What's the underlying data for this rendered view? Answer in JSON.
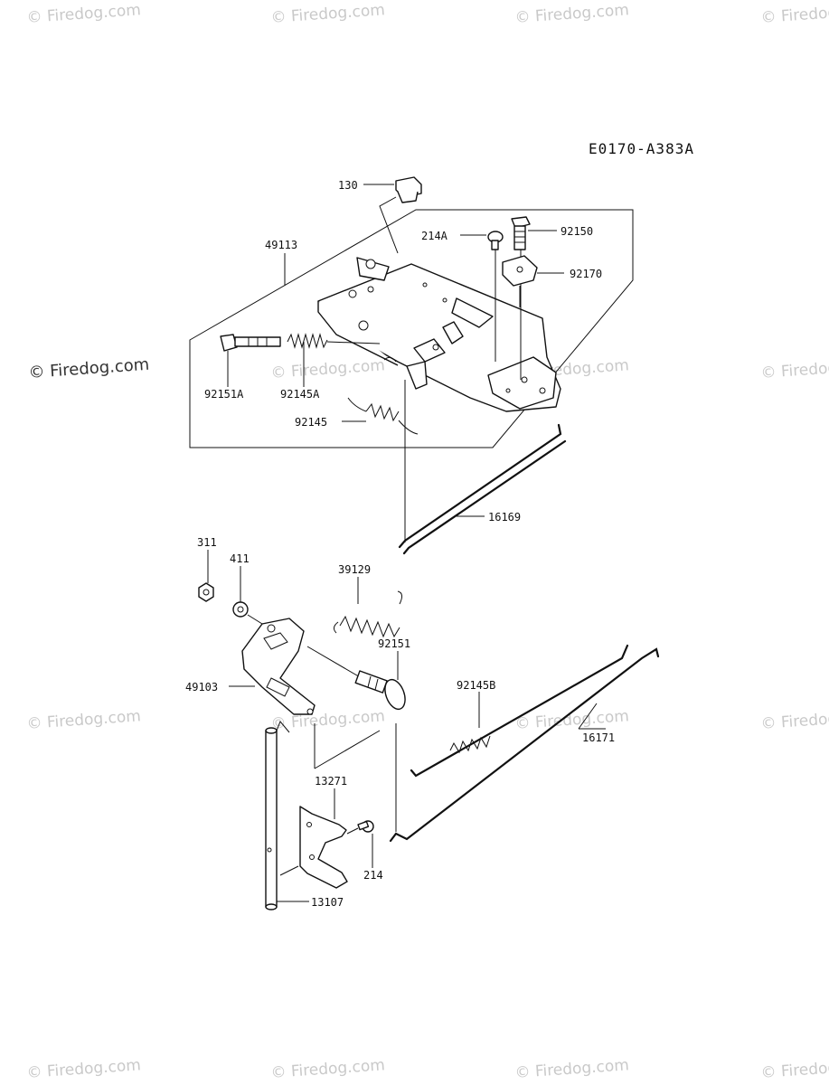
{
  "drawing_code": "E0170-A383A",
  "watermark": {
    "faint_text": "© Firedog.com",
    "prominent_text": "© Firedog.com"
  },
  "parts": [
    {
      "id": "p130",
      "number": "130"
    },
    {
      "id": "p49113",
      "number": "49113"
    },
    {
      "id": "p214A",
      "number": "214A"
    },
    {
      "id": "p92150",
      "number": "92150"
    },
    {
      "id": "p92170",
      "number": "92170"
    },
    {
      "id": "p92151A",
      "number": "92151A"
    },
    {
      "id": "p92145A",
      "number": "92145A"
    },
    {
      "id": "p92145",
      "number": "92145"
    },
    {
      "id": "p16169",
      "number": "16169"
    },
    {
      "id": "p311",
      "number": "311"
    },
    {
      "id": "p411",
      "number": "411"
    },
    {
      "id": "p39129",
      "number": "39129"
    },
    {
      "id": "p92151",
      "number": "92151"
    },
    {
      "id": "p49103",
      "number": "49103"
    },
    {
      "id": "p92145B",
      "number": "92145B"
    },
    {
      "id": "p16171",
      "number": "16171"
    },
    {
      "id": "p13271",
      "number": "13271"
    },
    {
      "id": "p214",
      "number": "214"
    },
    {
      "id": "p13107",
      "number": "13107"
    }
  ]
}
